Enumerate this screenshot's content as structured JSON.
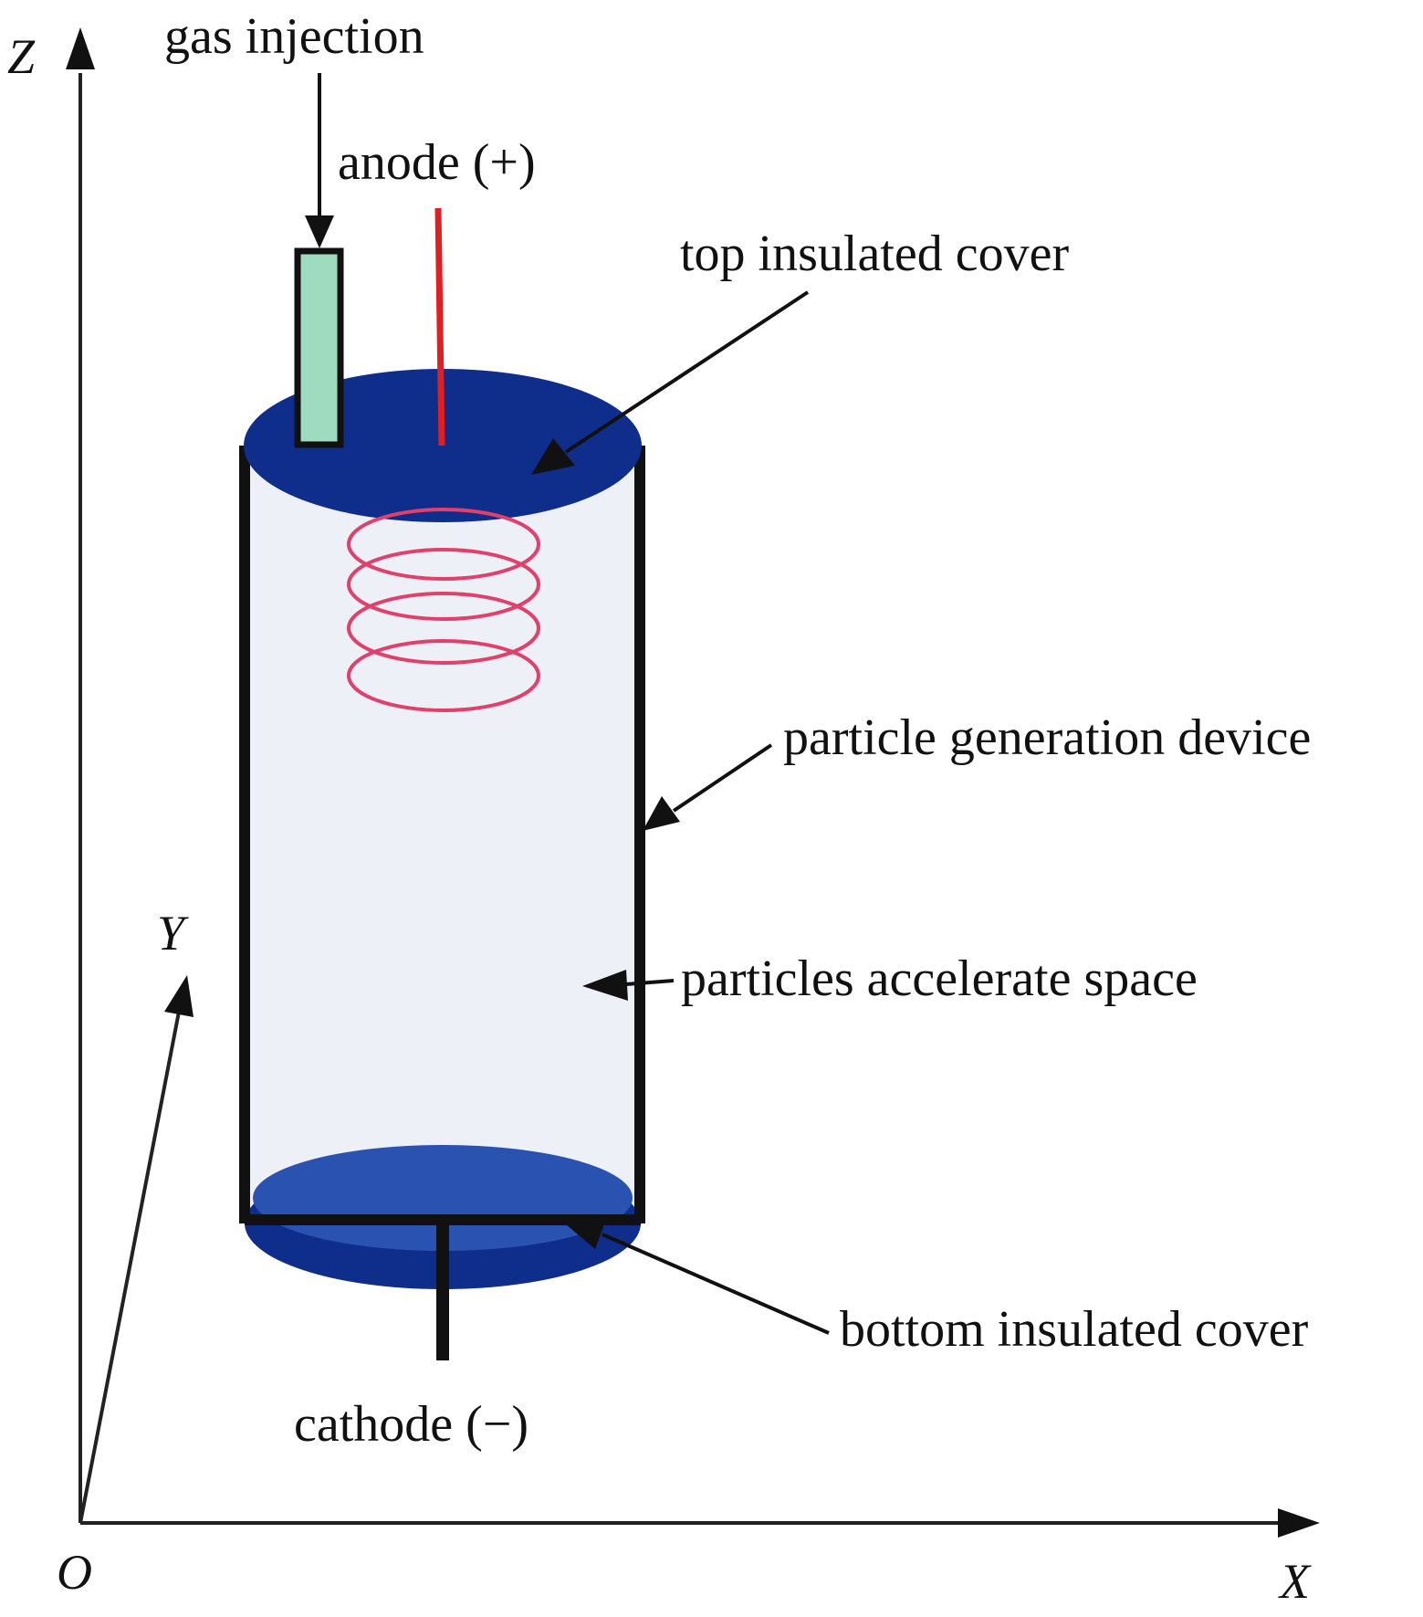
{
  "axes": {
    "origin": "O",
    "x": "X",
    "y": "Y",
    "z": "Z"
  },
  "labels": {
    "gas_injection": "gas injection",
    "anode": "anode (+)",
    "top_cover": "top insulated cover",
    "device": "particle generation device",
    "accel_space": "particles accelerate space",
    "bottom_cover": "bottom insulated cover",
    "cathode": "cathode (−)"
  },
  "colors": {
    "cover": "#0f2d8a",
    "cover_inner": "#2a52b0",
    "cylinder_body": "#eef0f8",
    "gas_pipe": "#9fdcbf",
    "anode_wire": "#e02020",
    "coil": "#e0406a",
    "lines": "#111111"
  }
}
